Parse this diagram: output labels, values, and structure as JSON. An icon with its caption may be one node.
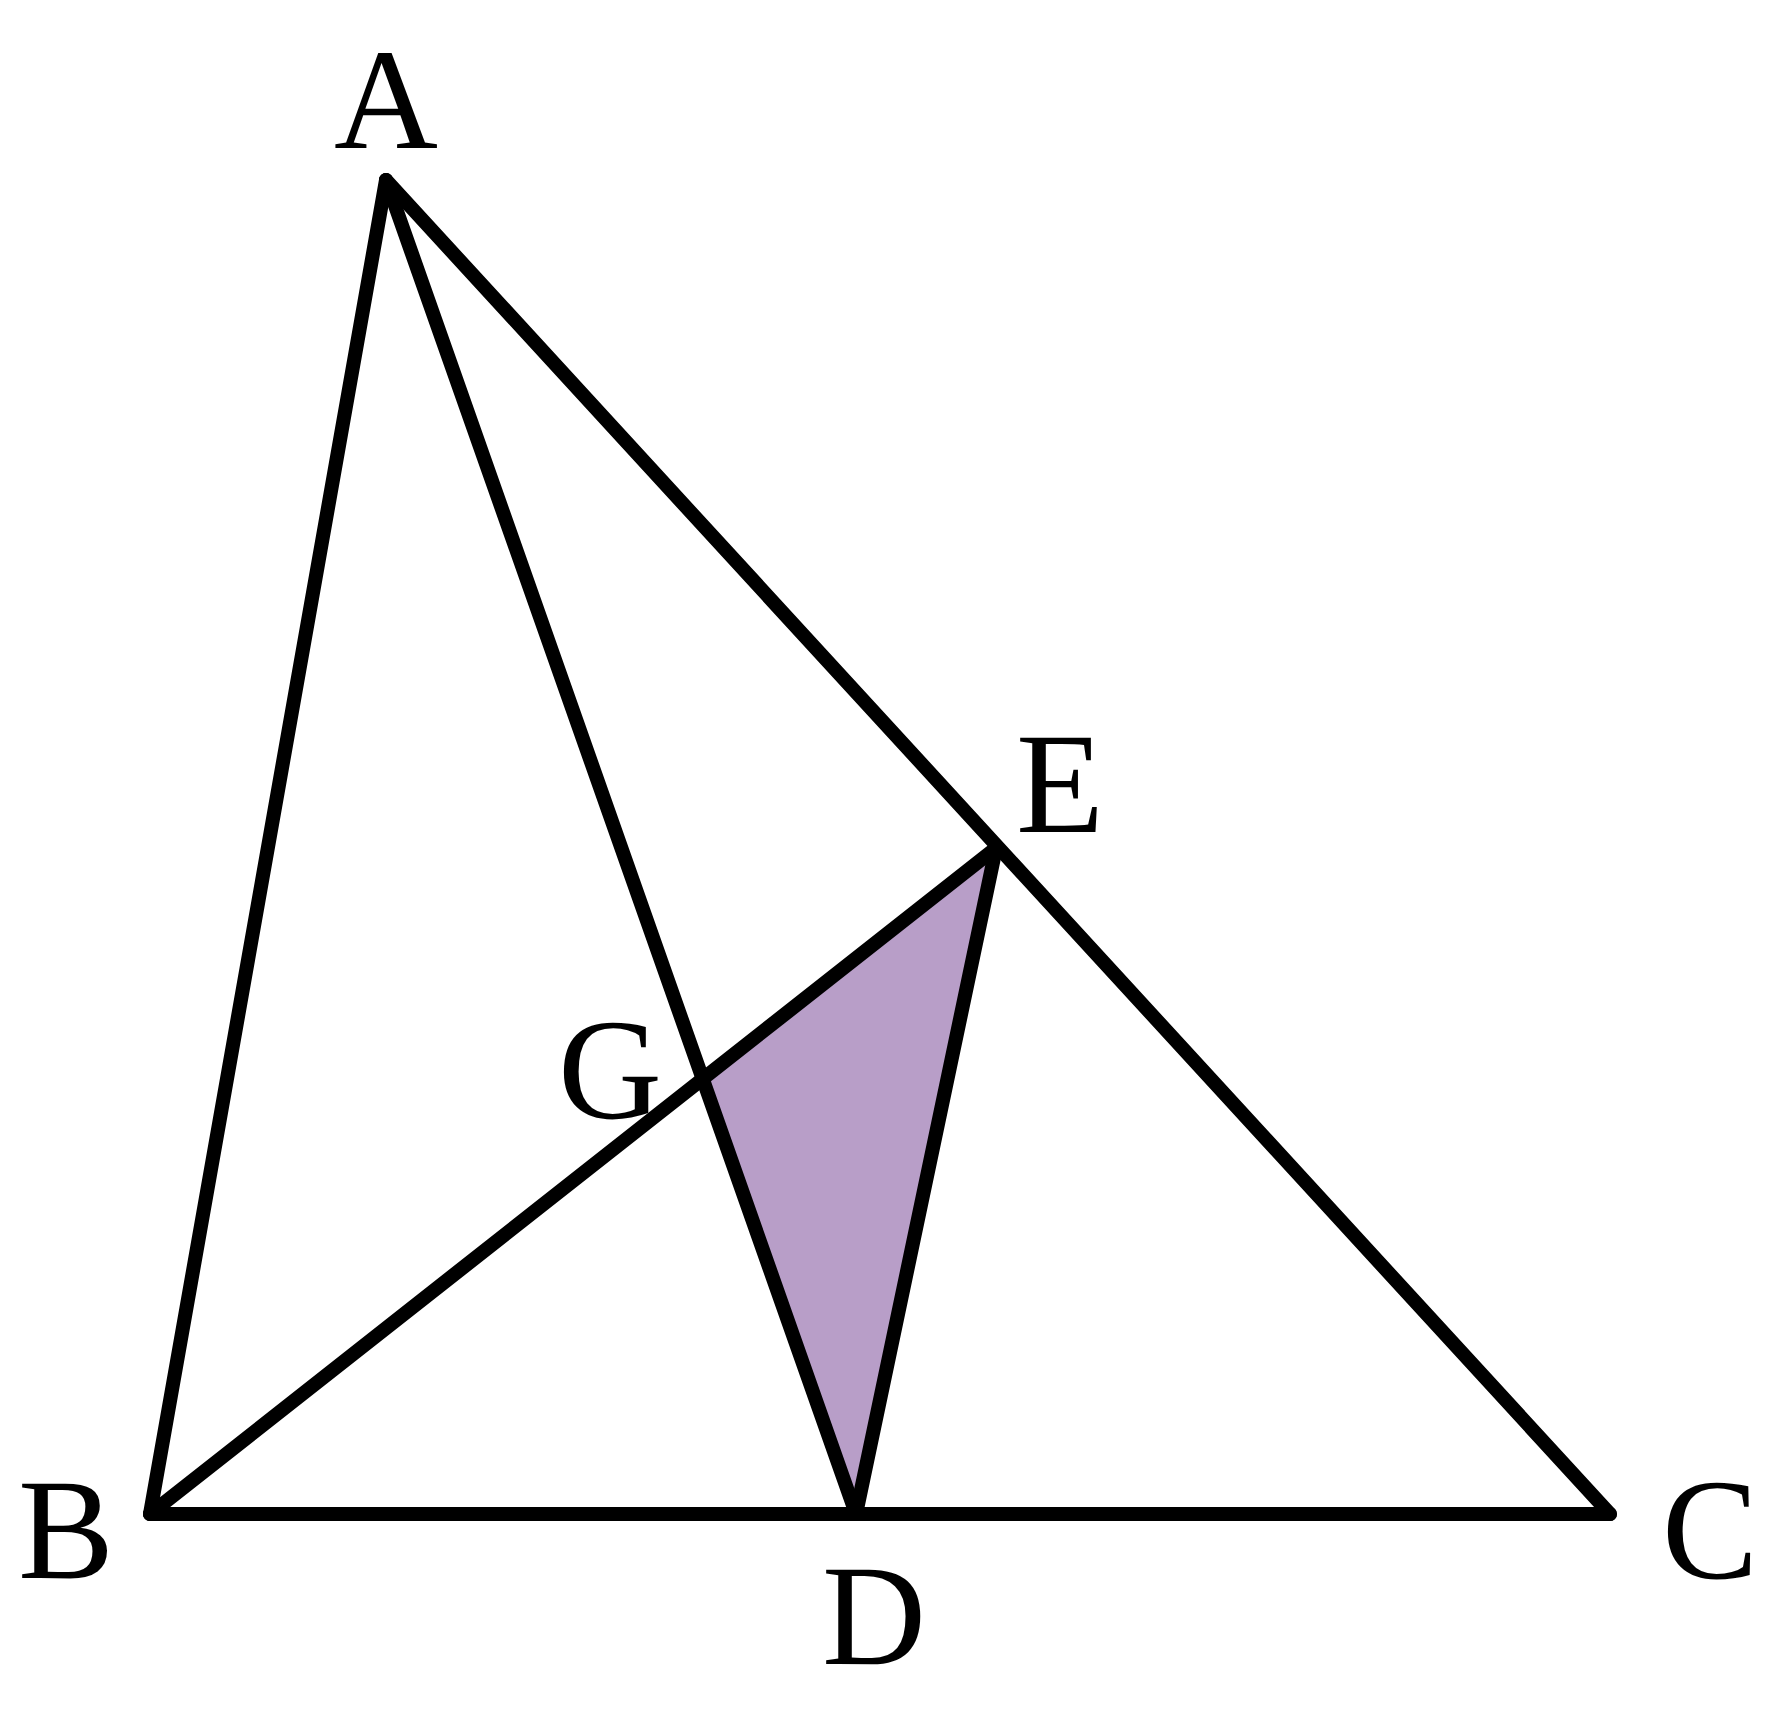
{
  "diagram": {
    "labels": [
      "A",
      "E",
      "G",
      "B",
      "D",
      "C"
    ]
  }
}
